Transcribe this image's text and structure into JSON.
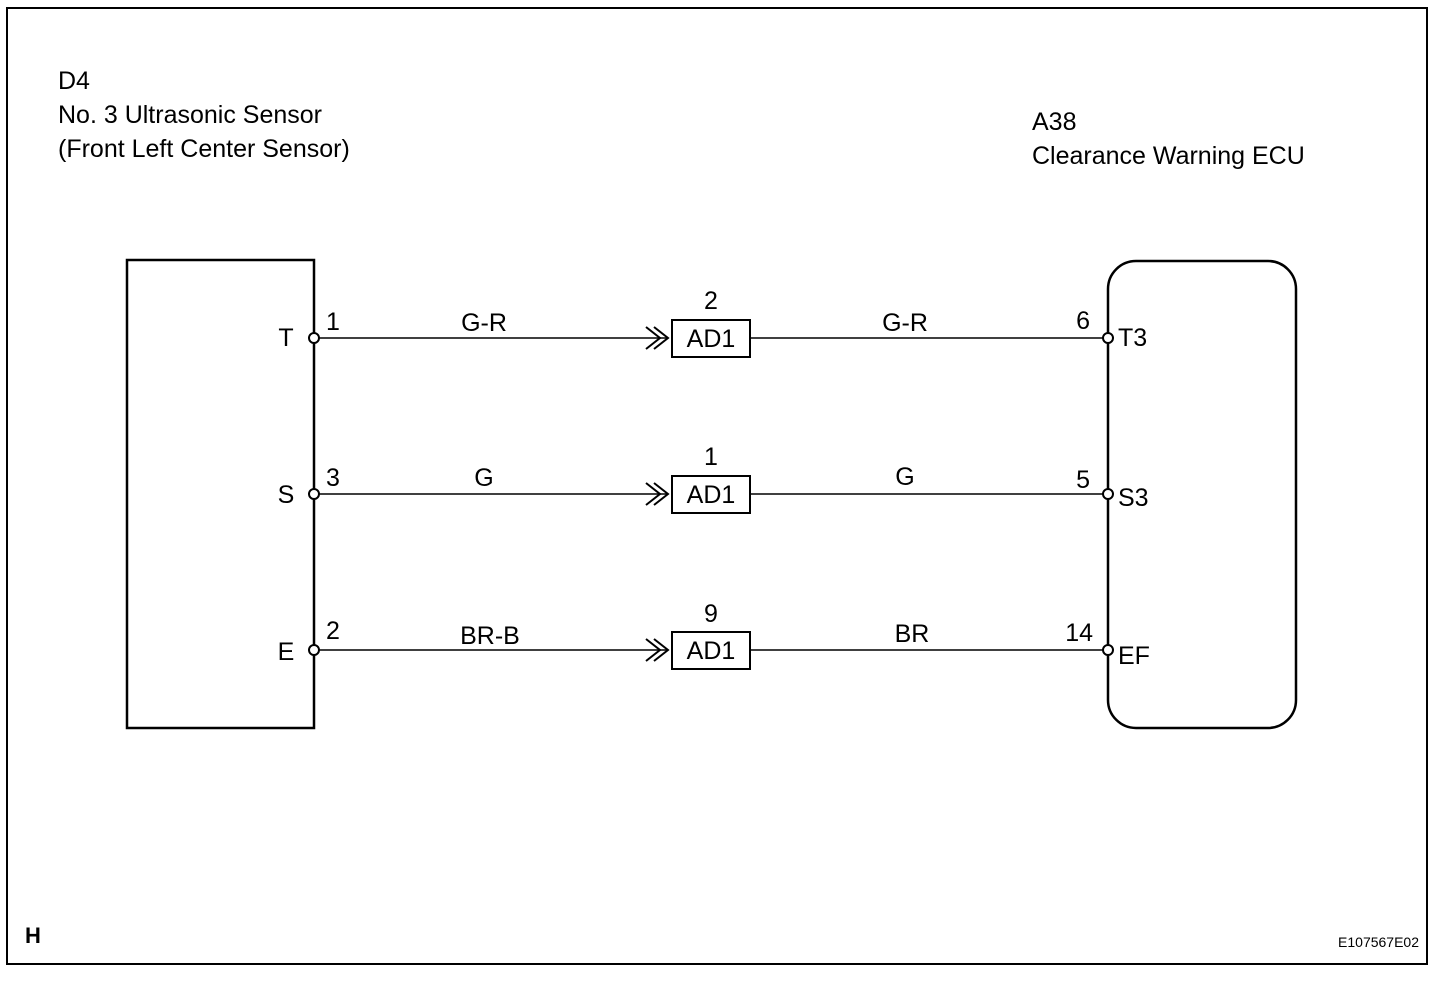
{
  "sensor": {
    "code": "D4",
    "name": "No. 3 Ultrasonic Sensor",
    "subname": "(Front Left Center Sensor)"
  },
  "ecu": {
    "code": "A38",
    "name": "Clearance Warning ECU"
  },
  "circuits": [
    {
      "sensor_terminal": "T",
      "sensor_pin": "1",
      "wire_left": "G-R",
      "connector": "AD1",
      "connector_pin": "2",
      "wire_right": "G-R",
      "ecu_pin": "6",
      "ecu_terminal": "T3"
    },
    {
      "sensor_terminal": "S",
      "sensor_pin": "3",
      "wire_left": "G",
      "connector": "AD1",
      "connector_pin": "1",
      "wire_right": "G",
      "ecu_pin": "5",
      "ecu_terminal": "S3"
    },
    {
      "sensor_terminal": "E",
      "sensor_pin": "2",
      "wire_left": "BR-B",
      "connector": "AD1",
      "connector_pin": "9",
      "wire_right": "BR",
      "ecu_pin": "14",
      "ecu_terminal": "EF"
    }
  ],
  "footer": {
    "left_code": "H",
    "figure_id": "E107567E02"
  }
}
